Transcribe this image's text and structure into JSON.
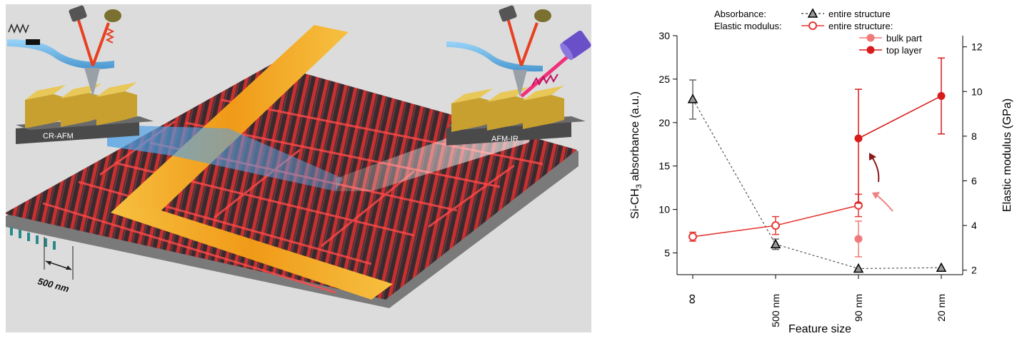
{
  "illustration": {
    "label_cr_afm": "CR-AFM",
    "label_afm_ir": "AFM-IR",
    "scale_label": "500 nm",
    "colors": {
      "background": "#dcdcdc",
      "substrate": "#7a7a7a",
      "grating_dark": "#3a2a2e",
      "grating_red": "#e83a3a",
      "stripe_orange": "#f0a020",
      "beam_blue": "#5aa8e8",
      "laser_red": "#e8361a",
      "pads_gold": "#d8b040",
      "ir_pink": "#f0307a"
    },
    "icons": [
      "cantilever-icon",
      "laser-source-icon",
      "detector-icon",
      "ir-laser-icon",
      "wave-drive-icon"
    ]
  },
  "chart_data": {
    "type": "line",
    "xlabel": "Feature size",
    "categories": [
      "∞",
      "500 nm",
      "90 nm",
      "20 nm"
    ],
    "y_left": {
      "label_main": "Si-CH",
      "label_sub": "3",
      "label_tail": " absorbance (a.u.)",
      "ylim": [
        2.5,
        30
      ],
      "ticks": [
        5,
        10,
        15,
        20,
        25,
        30
      ]
    },
    "y_right": {
      "label": "Elastic modulus (GPa)",
      "ylim": [
        1.8,
        12.5
      ],
      "ticks": [
        2,
        4,
        6,
        8,
        10,
        12
      ]
    },
    "legend": {
      "absorbance_header": "Absorbance:",
      "modulus_header": "Elastic modulus:",
      "entries": [
        {
          "key": "absorbance",
          "label": "entire structure"
        },
        {
          "key": "modulus_entire",
          "label": "entire structure:"
        },
        {
          "key": "modulus_bulk",
          "label": "bulk part"
        },
        {
          "key": "modulus_top",
          "label": "top layer"
        }
      ]
    },
    "series": [
      {
        "key": "absorbance",
        "axis": "left",
        "color": "#555555",
        "marker": "triangle",
        "dashed": true,
        "points": [
          {
            "x": 0,
            "y": 22.7,
            "err_low": 20.4,
            "err_high": 24.9
          },
          {
            "x": 1,
            "y": 6.0,
            "err_low": 5.4,
            "err_high": 6.6
          },
          {
            "x": 2,
            "y": 3.2,
            "err_low": 3.2,
            "err_high": 3.2
          },
          {
            "x": 3,
            "y": 3.3,
            "err_low": 3.3,
            "err_high": 3.3
          }
        ]
      },
      {
        "key": "modulus_entire",
        "axis": "right",
        "color": "#e53935",
        "marker": "open-circle",
        "dashed": false,
        "points": [
          {
            "x": 0,
            "y": 3.5,
            "err_low": 3.3,
            "err_high": 3.7
          },
          {
            "x": 1,
            "y": 4.0,
            "err_low": 3.6,
            "err_high": 4.4
          },
          {
            "x": 2,
            "y": 4.9,
            "err_low": 4.4,
            "err_high": 5.4
          }
        ]
      },
      {
        "key": "modulus_bulk",
        "axis": "right",
        "color": "#f07a7a",
        "marker": "filled-circle",
        "dashed": false,
        "points": [
          {
            "x": 2,
            "y": 3.4,
            "err_low": 2.6,
            "err_high": 4.2
          }
        ]
      },
      {
        "key": "modulus_top",
        "axis": "right",
        "color": "#d81b1b",
        "marker": "filled-circle",
        "dashed": false,
        "points": [
          {
            "x": 2,
            "y": 7.9,
            "err_low": 5.0,
            "err_high": 10.1
          },
          {
            "x": 3,
            "y": 9.8,
            "err_low": 8.1,
            "err_high": 11.5
          }
        ]
      }
    ]
  }
}
